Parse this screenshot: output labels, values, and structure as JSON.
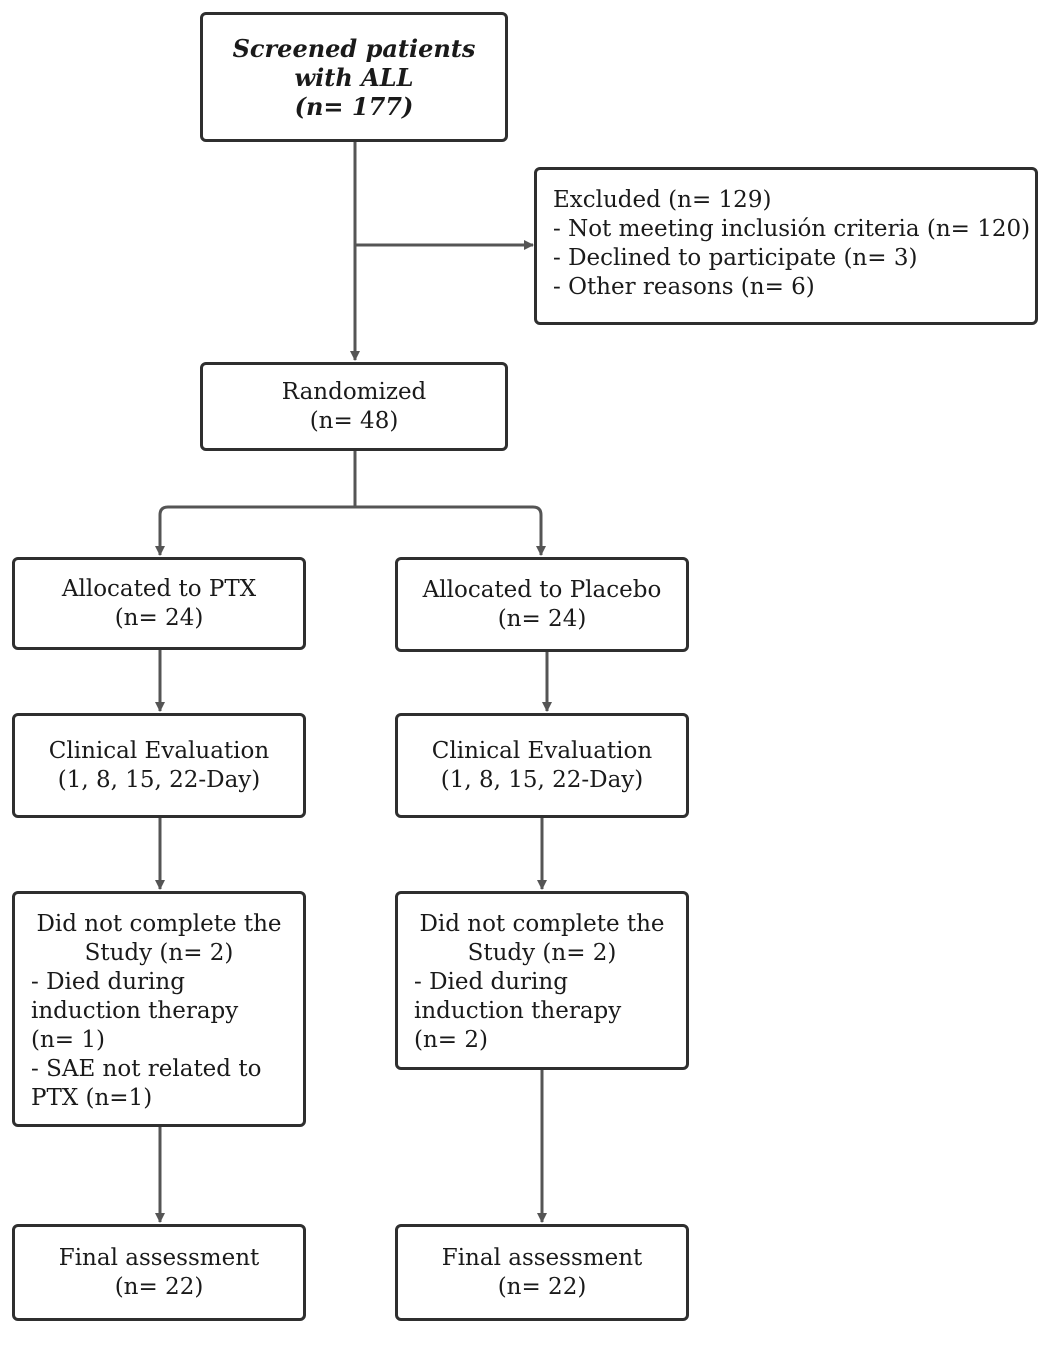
{
  "screened": {
    "line1": "Screened patients",
    "line2": "with ALL",
    "line3": "(n= 177)"
  },
  "excluded": {
    "title": "Excluded (n= 129)",
    "items": [
      "- Not meeting inclusión criteria (n= 120)",
      "- Declined to participate (n= 3)",
      "- Other reasons (n= 6)"
    ]
  },
  "randomized": {
    "line1": "Randomized",
    "line2": "(n= 48)"
  },
  "ptx_arm": {
    "allocated": {
      "line1": "Allocated to PTX",
      "line2": "(n= 24)"
    },
    "evaluation": {
      "line1": "Clinical Evaluation",
      "line2": "(1, 8, 15, 22-Day)"
    },
    "did_not_complete": {
      "line1": "Did not complete the",
      "line2": "Study (n= 2)",
      "details": [
        "- Died during",
        "induction therapy",
        "(n= 1)",
        "- SAE not related to",
        "PTX (n=1)"
      ]
    },
    "final": {
      "line1": "Final assessment",
      "line2": "(n= 22)"
    }
  },
  "placebo_arm": {
    "allocated": {
      "line1": "Allocated to Placebo",
      "line2": "(n= 24)"
    },
    "evaluation": {
      "line1": "Clinical Evaluation",
      "line2": "(1, 8, 15, 22-Day)"
    },
    "did_not_complete": {
      "line1": "Did not complete the",
      "line2": "Study (n= 2)",
      "details": [
        "- Died during",
        "induction therapy",
        "(n= 2)"
      ]
    },
    "final": {
      "line1": "Final assessment",
      "line2": "(n= 22)"
    }
  },
  "colors": {
    "line": "#555555",
    "border": "#2f2f2f",
    "text": "#1a1a1a"
  }
}
